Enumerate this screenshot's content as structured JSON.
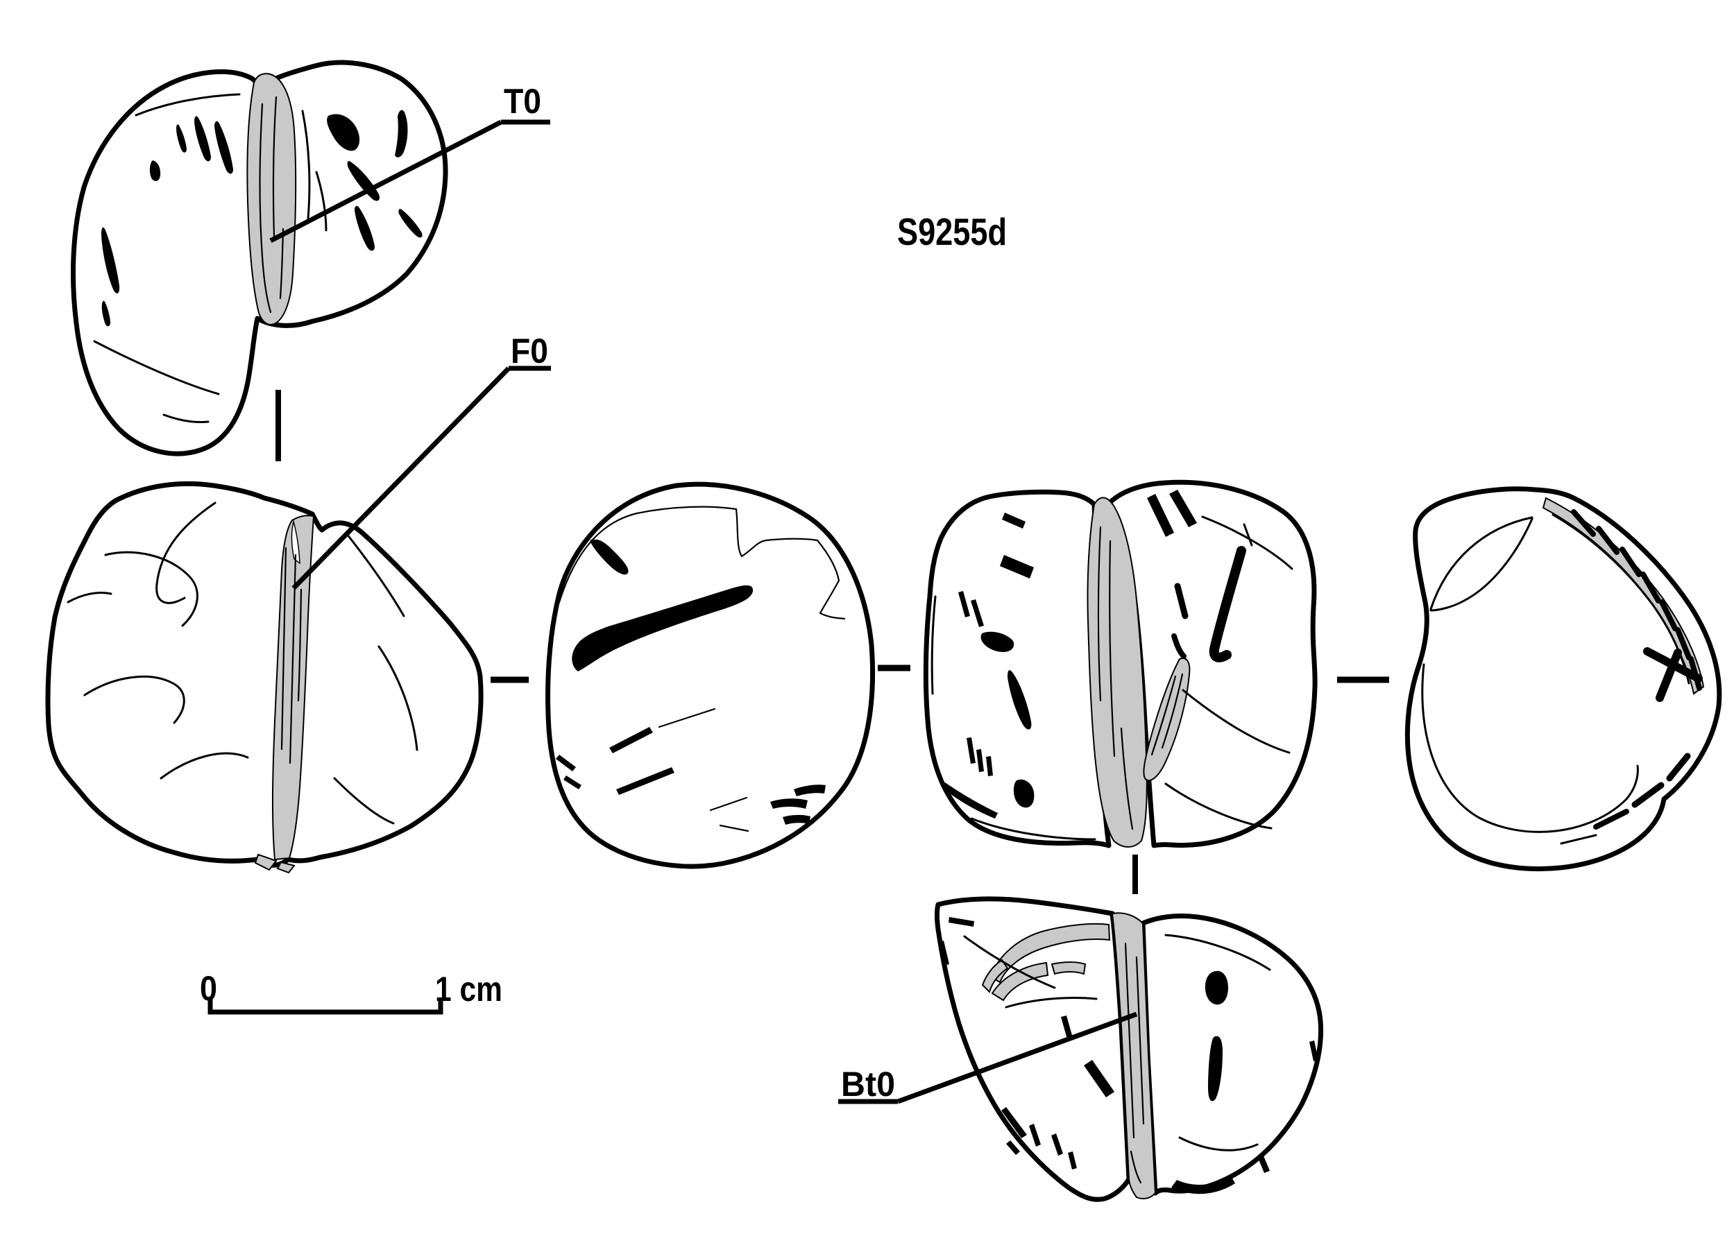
{
  "figure": {
    "specimen_label": "S9255d",
    "labels": {
      "t0": "T0",
      "f0": "F0",
      "bt0": "Bt0"
    },
    "scale_bar": {
      "start": "0",
      "end": "1 cm"
    }
  },
  "colors": {
    "ink": "#000000",
    "cortex_gray": "#c9c9c9",
    "paper": "#ffffff"
  }
}
